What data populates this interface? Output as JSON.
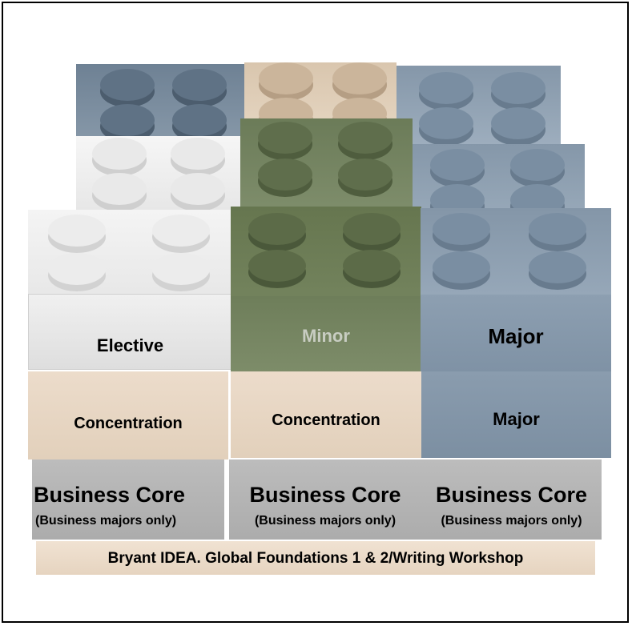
{
  "colors": {
    "slate": "#7a8d9e",
    "tan": "#e6d6c2",
    "white": "#f1f1f1",
    "green": "#6f7f5c",
    "blue": "#8a9db0",
    "gray": "#b4b4b4"
  },
  "labels": {
    "elective": "Elective",
    "minor": "Minor",
    "major_top": "Major",
    "concentration_left": "Concentration",
    "concentration_mid": "Concentration",
    "major_mid": "Major",
    "core_left_title": "Business Core",
    "core_left_sub": "(Business majors only)",
    "core_mid_title": "Business Core",
    "core_mid_sub": "(Business majors only)",
    "core_right_title": "Business Core",
    "core_right_sub": "(Business majors only)",
    "foundation": "Bryant IDEA. Global Foundations 1 & 2/Writing Workshop"
  }
}
